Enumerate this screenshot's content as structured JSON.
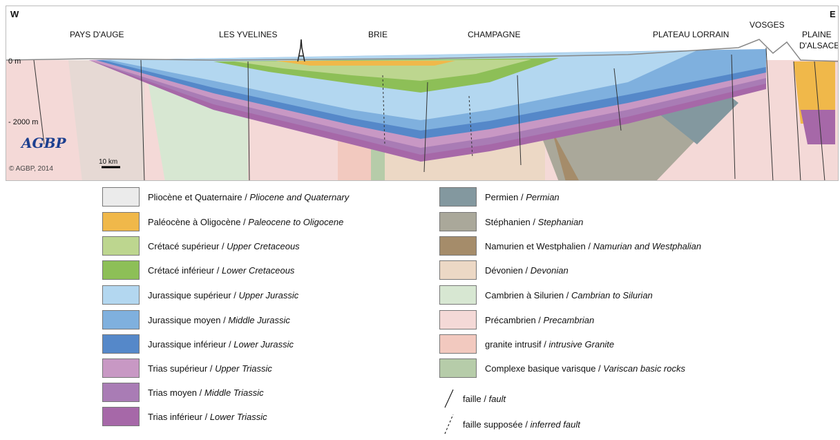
{
  "section": {
    "west_label": "W",
    "east_label": "E",
    "regions": [
      "PAYS D'AUGE",
      "LES YVELINES",
      "BRIE",
      "CHAMPAGNE",
      "PLATEAU LORRAIN",
      "VOSGES",
      "PLAINE",
      "D'ALSACE"
    ],
    "depth_top": "0 m",
    "depth_bottom": "- 2000 m",
    "scale_label": "10 km",
    "copyright": "© AGBP, 2014",
    "logo_text": "AGBP"
  },
  "legend_left": [
    {
      "fr": "Pliocène et Quaternaire / ",
      "en": "Pliocene and Quaternary",
      "color": "#ebebeb"
    },
    {
      "fr": "Paléocène à Oligocène / ",
      "en": "Paleocene to Oligocene",
      "color": "#f0b84a"
    },
    {
      "fr": "Crétacé supérieur / ",
      "en": "Upper Cretaceous",
      "color": "#bdd68f"
    },
    {
      "fr": "Crétacé inférieur / ",
      "en": "Lower Cretaceous",
      "color": "#8dbf57"
    },
    {
      "fr": "Jurassique supérieur / ",
      "en": "Upper Jurassic",
      "color": "#b3d7f0"
    },
    {
      "fr": "Jurassique moyen / ",
      "en": "Middle Jurassic",
      "color": "#7fb0de"
    },
    {
      "fr": "Jurassique inférieur / ",
      "en": "Lower Jurassic",
      "color": "#5588c9"
    },
    {
      "fr": "Trias supérieur / ",
      "en": "Upper Triassic",
      "color": "#c898c4"
    },
    {
      "fr": "Trias moyen / ",
      "en": "Middle Triassic",
      "color": "#a97cb5"
    },
    {
      "fr": "Trias inférieur / ",
      "en": "Lower Triassic",
      "color": "#a668a8"
    }
  ],
  "legend_right": [
    {
      "fr": "Permien / ",
      "en": "Permian",
      "color": "#83989f"
    },
    {
      "fr": "Stéphanien / ",
      "en": "Stephanian",
      "color": "#aaa89a"
    },
    {
      "fr": "Namurien et Westphalien / ",
      "en": "Namurian and Westphalian",
      "color": "#a58c6a"
    },
    {
      "fr": "Dévonien / ",
      "en": "Devonian",
      "color": "#ecd8c5"
    },
    {
      "fr": "Cambrien à Silurien / ",
      "en": "Cambrian to Silurian",
      "color": "#d7e7d2"
    },
    {
      "fr": "Précambrien / ",
      "en": "Precambrian",
      "color": "#f4d9d7"
    },
    {
      "fr": "granite intrusif / ",
      "en": "intrusive Granite",
      "color": "#f2c9bf"
    },
    {
      "fr": "Complexe basique varisque / ",
      "en": "Variscan basic rocks",
      "color": "#b6cca9"
    }
  ],
  "faults": [
    {
      "fr": "faille / ",
      "en": "fault"
    },
    {
      "fr": "faille supposée / ",
      "en": "inferred fault"
    }
  ]
}
